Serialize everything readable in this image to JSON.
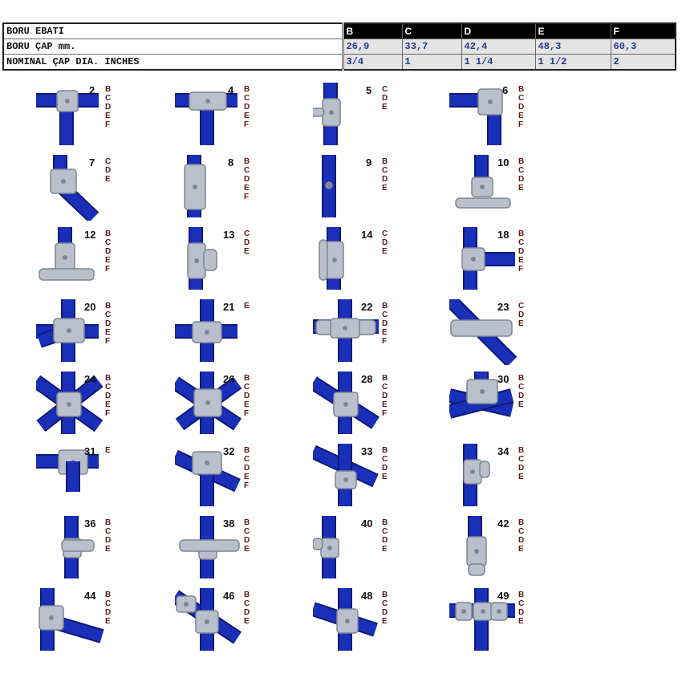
{
  "table": {
    "rows": [
      {
        "label": "BORU EBATI",
        "values": [
          "B",
          "C",
          "D",
          "E",
          "F"
        ]
      },
      {
        "label": "BORU ÇAP mm.",
        "values": [
          "26,9",
          "33,7",
          "42,4",
          "48,3",
          "60,3"
        ]
      },
      {
        "label": "NOMINAL ÇAP DIA. INCHES",
        "values": [
          "3/4",
          "1",
          "1 1/4",
          "1 1/2",
          "2"
        ]
      }
    ]
  },
  "colors": {
    "pipe": "#1a2fb8",
    "pipe_dark": "#0c1a7a",
    "fitting": "#b9c0cc",
    "fitting_dark": "#7d8594"
  },
  "fittings": [
    {
      "number": "2",
      "sizes": [
        "B",
        "C",
        "D",
        "E",
        "F"
      ],
      "icon": "short-tee-icon"
    },
    {
      "number": "4",
      "sizes": [
        "B",
        "C",
        "D",
        "E",
        "F"
      ],
      "icon": "long-tee-icon"
    },
    {
      "number": "5",
      "sizes": [
        "C",
        "D",
        "E"
      ],
      "icon": "swivel-socket-icon"
    },
    {
      "number": "6",
      "sizes": [
        "B",
        "C",
        "D",
        "E",
        "F"
      ],
      "icon": "elbow-icon"
    },
    {
      "number": "7",
      "sizes": [
        "C",
        "D",
        "E"
      ],
      "icon": "angle-joint-icon"
    },
    {
      "number": "8",
      "sizes": [
        "B",
        "C",
        "D",
        "E",
        "F"
      ],
      "icon": "sleeve-joint-icon"
    },
    {
      "number": "9",
      "sizes": [
        "B",
        "C",
        "D",
        "E"
      ],
      "icon": "internal-joint-icon"
    },
    {
      "number": "10",
      "sizes": [
        "B",
        "C",
        "D",
        "E"
      ],
      "icon": "round-base-flange-icon"
    },
    {
      "number": "12",
      "sizes": [
        "B",
        "C",
        "D",
        "E",
        "F"
      ],
      "icon": "base-flange-icon"
    },
    {
      "number": "13",
      "sizes": [
        "C",
        "D",
        "E"
      ],
      "icon": "wall-bracket-icon"
    },
    {
      "number": "14",
      "sizes": [
        "C",
        "D",
        "E"
      ],
      "icon": "side-bracket-icon"
    },
    {
      "number": "18",
      "sizes": [
        "B",
        "C",
        "D",
        "E",
        "F"
      ],
      "icon": "two-socket-cross-icon"
    },
    {
      "number": "20",
      "sizes": [
        "B",
        "C",
        "D",
        "E",
        "F"
      ],
      "icon": "three-way-corner-icon"
    },
    {
      "number": "21",
      "sizes": [
        "E"
      ],
      "icon": "crossover-icon"
    },
    {
      "number": "22",
      "sizes": [
        "B",
        "C",
        "D",
        "E",
        "F"
      ],
      "icon": "three-socket-cross-icon"
    },
    {
      "number": "23",
      "sizes": [
        "C",
        "D",
        "E"
      ],
      "icon": "angle-plate-icon"
    },
    {
      "number": "24",
      "sizes": [
        "B",
        "C",
        "D",
        "E",
        "F"
      ],
      "icon": "four-way-corner-icon"
    },
    {
      "number": "26",
      "sizes": [
        "B",
        "C",
        "D",
        "E",
        "F"
      ],
      "icon": "four-way-cross-icon"
    },
    {
      "number": "28",
      "sizes": [
        "B",
        "C",
        "D",
        "E",
        "F"
      ],
      "icon": "five-way-cross-icon"
    },
    {
      "number": "30",
      "sizes": [
        "B",
        "C",
        "D",
        "E"
      ],
      "icon": "corner-cross-icon"
    },
    {
      "number": "31",
      "sizes": [
        "E"
      ],
      "icon": "clamp-tee-icon"
    },
    {
      "number": "32",
      "sizes": [
        "B",
        "C",
        "D",
        "E",
        "F"
      ],
      "icon": "swivel-clamp-icon"
    },
    {
      "number": "33",
      "sizes": [
        "B",
        "C",
        "D",
        "E"
      ],
      "icon": "railing-tee-icon"
    },
    {
      "number": "34",
      "sizes": [
        "B",
        "C",
        "D",
        "E"
      ],
      "icon": "railing-bracket-icon"
    },
    {
      "number": "36",
      "sizes": [
        "B",
        "C",
        "D",
        "E"
      ],
      "icon": "single-lug-icon"
    },
    {
      "number": "38",
      "sizes": [
        "B",
        "C",
        "D",
        "E"
      ],
      "icon": "double-lug-icon"
    },
    {
      "number": "40",
      "sizes": [
        "B",
        "C",
        "D",
        "E"
      ],
      "icon": "eye-lug-icon"
    },
    {
      "number": "42",
      "sizes": [
        "B",
        "C",
        "D",
        "E"
      ],
      "icon": "hinge-icon"
    },
    {
      "number": "44",
      "sizes": [
        "B",
        "C",
        "D",
        "E"
      ],
      "icon": "swivel-elbow-icon"
    },
    {
      "number": "46",
      "sizes": [
        "B",
        "C",
        "D",
        "E"
      ],
      "icon": "swivel-tee-icon"
    },
    {
      "number": "48",
      "sizes": [
        "B",
        "C",
        "D",
        "E"
      ],
      "icon": "swivel-cross-icon"
    },
    {
      "number": "49",
      "sizes": [
        "B",
        "C",
        "D",
        "E"
      ],
      "icon": "double-swivel-icon"
    }
  ]
}
